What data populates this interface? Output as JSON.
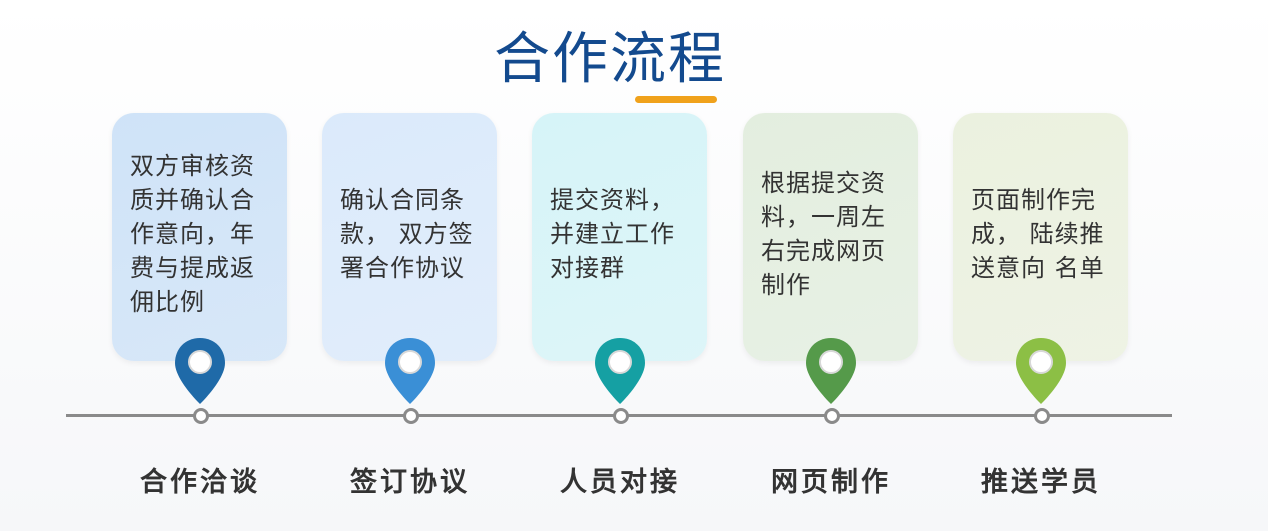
{
  "title": "合作流程",
  "steps": [
    {
      "text": "双方审核资\n质并确认合\n作意向，年\n费与提成返\n佣比例",
      "label": "合作洽谈",
      "card_color": "#cfe3f8",
      "pin_color": "#1f6aa8"
    },
    {
      "text": "确认合同条\n款， 双方签\n署合作协议",
      "label": "签订协议",
      "card_color": "#dbeafb",
      "pin_color": "#3a8fd6"
    },
    {
      "text": "提交资料，\n并建立工作\n对接群",
      "label": "人员对接",
      "card_color": "#d6f4f8",
      "pin_color": "#15a0a3"
    },
    {
      "text": "根据提交资\n料，一周左\n右完成网页\n制作",
      "label": "网页制作",
      "card_color": "#e3eedf",
      "pin_color": "#559a4a"
    },
    {
      "text": "页面制作完\n成， 陆续推\n送意向 名单",
      "label": "推送学员",
      "card_color": "#ebf1df",
      "pin_color": "#8cbf45"
    }
  ]
}
